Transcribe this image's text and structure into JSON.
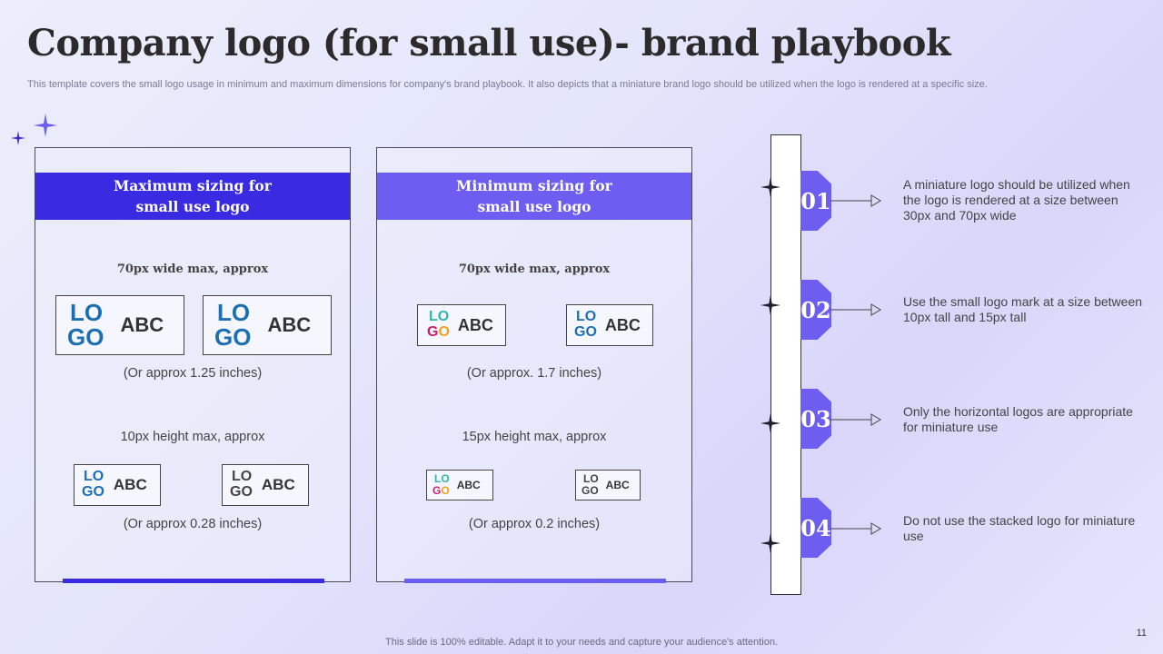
{
  "slide": {
    "title": "Company logo (for small use)- brand playbook",
    "subtitle": "This template covers the small logo usage in minimum and maximum dimensions for company's brand playbook. It also depicts that a miniature brand logo should be utilized when the logo is rendered at a specific size.",
    "footer": "This slide is 100% editable. Adapt it to your needs and capture your audience's attention.",
    "page_number": "11"
  },
  "colors": {
    "max_header": "#3a2be3",
    "min_header": "#6d5ef1",
    "logo_blue": "#1a6fb5",
    "step_tab": "#6d5ef1"
  },
  "logo": {
    "line1": "LO",
    "line2": "GO",
    "abc": "ABC"
  },
  "max_card": {
    "header_line1": "Maximum sizing for",
    "header_line2": "small use logo",
    "width_label": "70px wide max, approx",
    "width_note": "(Or approx 1.25 inches)",
    "height_label": "10px height max, approx",
    "height_note": "(Or approx 0.28 inches)"
  },
  "min_card": {
    "header_line1": "Minimum sizing for",
    "header_line2": "small use logo",
    "width_label": "70px wide max, approx",
    "width_note": "(Or approx. 1.7 inches)",
    "height_label": "15px height max, approx",
    "height_note": "(Or approx 0.2 inches)"
  },
  "steps": [
    {
      "number": "01",
      "text": "A miniature logo should be utilized when the logo is rendered at a size between 30px and 70px wide"
    },
    {
      "number": "02",
      "text": "Use the small logo mark at a size between 10px tall and 15px tall"
    },
    {
      "number": "03",
      "text": "Only the horizontal logos are appropriate for miniature use"
    },
    {
      "number": "04",
      "text": "Do not use the stacked logo for miniature use"
    }
  ]
}
